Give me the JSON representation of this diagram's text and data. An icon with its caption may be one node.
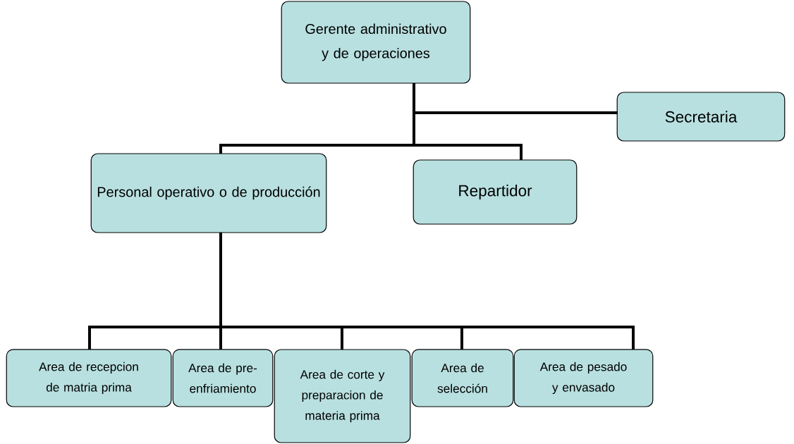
{
  "diagram": {
    "nodes": [
      {
        "text": [
          "Gerente administrativo y de operaciones"
        ]
      },
      {
        "text": [
          "Secretaria"
        ]
      },
      {
        "text": [
          "Personal operativo o de producción"
        ]
      },
      {
        "text": [
          "Repartidor"
        ]
      },
      {
        "text": [
          "Area de recepcion de matria prima"
        ]
      },
      {
        "text": [
          "Area de pre-enfriamiento"
        ]
      },
      {
        "text": [
          "Area de corte y preparacion de materia prima"
        ]
      },
      {
        "text": [
          "Area de selección"
        ]
      },
      {
        "text": [
          "Area de pesado y envasado"
        ]
      }
    ],
    "edges": [
      {
        "from": 0,
        "to": 1,
        "arrow": "none"
      },
      {
        "from": 0,
        "to": 2,
        "arrow": "none"
      },
      {
        "from": 0,
        "to": 3,
        "arrow": "none"
      },
      {
        "from": 2,
        "to": 4,
        "arrow": "none"
      },
      {
        "from": 2,
        "to": 5,
        "arrow": "none"
      },
      {
        "from": 2,
        "to": 6,
        "arrow": "none"
      },
      {
        "from": 2,
        "to": 7,
        "arrow": "none"
      },
      {
        "from": 2,
        "to": 8,
        "arrow": "none"
      }
    ]
  }
}
